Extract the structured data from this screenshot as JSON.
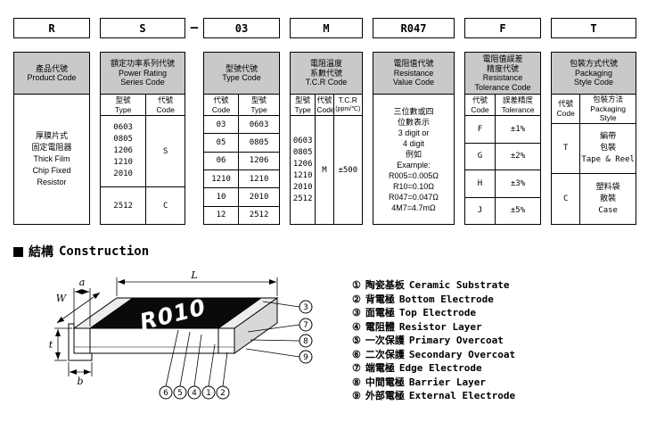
{
  "ordering": {
    "separator": "—",
    "product": {
      "code": "R",
      "header_zh": "產品代號",
      "header_en": "Product Code",
      "lines": [
        "厚膜片式",
        "固定電阻器",
        "Thick Film",
        "Chip Fixed",
        "Resistor"
      ]
    },
    "power": {
      "code": "S",
      "header_zh": "額定功率系列代號",
      "header_en1": "Power Rating",
      "header_en2": "Series Code",
      "col1_zh": "型號",
      "col1_en": "Type",
      "col2_zh": "代號",
      "col2_en": "Code",
      "types": [
        "0603",
        "0805",
        "1206",
        "1210",
        "2010"
      ],
      "types_code": "S",
      "type2": "2512",
      "type2_code": "C"
    },
    "type": {
      "code": "03",
      "header_zh": "型號代號",
      "header_en": "Type Code",
      "col1_zh": "代號",
      "col1_en": "Code",
      "col2_zh": "型號",
      "col2_en": "Type",
      "rows": [
        {
          "code": "03",
          "type": "0603"
        },
        {
          "code": "05",
          "type": "0805"
        },
        {
          "code": "06",
          "type": "1206"
        },
        {
          "code": "1210",
          "type": "1210"
        },
        {
          "code": "10",
          "type": "2010"
        },
        {
          "code": "12",
          "type": "2512"
        }
      ]
    },
    "tcr": {
      "code": "M",
      "header_zh1": "電阻溫度",
      "header_zh2": "系數代號",
      "header_en": "T.C.R Code",
      "col1_zh": "型號",
      "col1_en": "Type",
      "col2_zh": "代號",
      "col2_en": "Code",
      "col3_l1": "T.C.R",
      "col3_l2": "(ppm/℃)",
      "types": [
        "0603",
        "0805",
        "1206",
        "1210",
        "2010",
        "2512"
      ],
      "tcr_code": "M",
      "tcr_value": "±500"
    },
    "resistance": {
      "code": "R047",
      "header_zh": "電阻值代號",
      "header_en1": "Resistance",
      "header_en2": "Value Code",
      "lines": [
        "三位數或四",
        "位數表示",
        "3 digit or",
        "4 digit",
        "例如",
        "Example:",
        "R005=0.005Ω",
        "R10=0.10Ω",
        "R047=0.047Ω",
        "4M7=4.7mΩ"
      ]
    },
    "tolerance": {
      "code": "F",
      "header_zh1": "電阻值誤差",
      "header_zh2": "精度代號",
      "header_en1": "Resistance",
      "header_en2": "Tolerance Code",
      "col1_zh": "代號",
      "col1_en": "Code",
      "col2_zh": "誤差精度",
      "col2_en": "Tolerance",
      "rows": [
        {
          "code": "F",
          "tol": "±1%"
        },
        {
          "code": "G",
          "tol": "±2%"
        },
        {
          "code": "H",
          "tol": "±3%"
        },
        {
          "code": "J",
          "tol": "±5%"
        }
      ]
    },
    "packaging": {
      "code": "T",
      "header_zh": "包裝方式代號",
      "header_en1": "Packaging",
      "header_en2": "Style Code",
      "col1_zh": "代號",
      "col1_en": "Code",
      "col2_zh": "包裝方法",
      "col2_en": "Packaging Style",
      "rows": [
        {
          "code": "T",
          "lines": [
            "編帶",
            "包裝",
            "Tape & Reel"
          ]
        },
        {
          "code": "C",
          "lines": [
            "塑料袋",
            "散裝",
            "Case"
          ]
        }
      ]
    }
  },
  "section": {
    "title_zh": "結構",
    "title_en": "Construction"
  },
  "construction": {
    "marking": "R010",
    "dims": {
      "L": "L",
      "W": "W",
      "a": "a",
      "t": "t",
      "b": "b"
    },
    "callouts_right": [
      "3",
      "7",
      "8",
      "9"
    ],
    "callouts_bottom": [
      "6",
      "5",
      "4",
      "1",
      "2"
    ],
    "legend": [
      {
        "num": "①",
        "zh": "陶瓷基板",
        "en": "Ceramic Substrate"
      },
      {
        "num": "②",
        "zh": "背電極",
        "en": "Bottom Electrode"
      },
      {
        "num": "③",
        "zh": "面電極",
        "en": "Top Electrode"
      },
      {
        "num": "④",
        "zh": "電阻體",
        "en": "Resistor Layer"
      },
      {
        "num": "⑤",
        "zh": "一次保護",
        "en": "Primary Overcoat"
      },
      {
        "num": "⑥",
        "zh": "二次保護",
        "en": "Secondary Overcoat"
      },
      {
        "num": "⑦",
        "zh": "端電極",
        "en": "Edge Electrode"
      },
      {
        "num": "⑧",
        "zh": "中間電極",
        "en": "Barrier Layer"
      },
      {
        "num": "⑨",
        "zh": "外部電極",
        "en": "External Electrode"
      }
    ]
  }
}
